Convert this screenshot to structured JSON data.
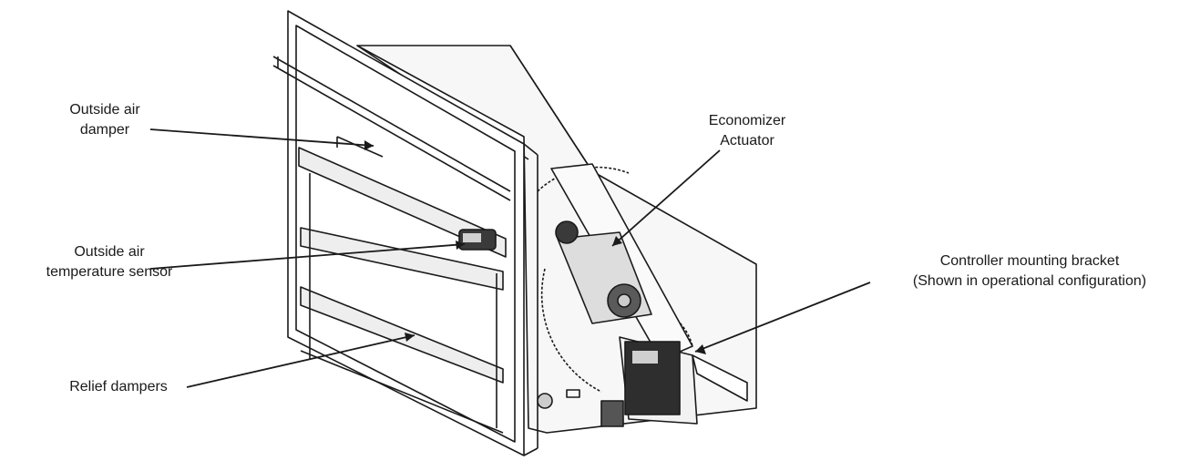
{
  "callouts": {
    "outside_air_damper": {
      "line1": "Outside air",
      "line2": "damper"
    },
    "economizer_actuator": {
      "line1": "Economizer",
      "line2": "Actuator"
    },
    "outside_air_temp_sensor": {
      "line1": "Outside air",
      "line2": "temperature sensor"
    },
    "controller_bracket": {
      "line1": "Controller mounting bracket",
      "line2": "(Shown in operational configuration)"
    },
    "relief_dampers": {
      "line1": "Relief dampers"
    }
  },
  "colors": {
    "ink": "#1a1a1a",
    "background": "#ffffff",
    "shade": "#e6e6e6",
    "dark_part": "#3a3a3a"
  }
}
